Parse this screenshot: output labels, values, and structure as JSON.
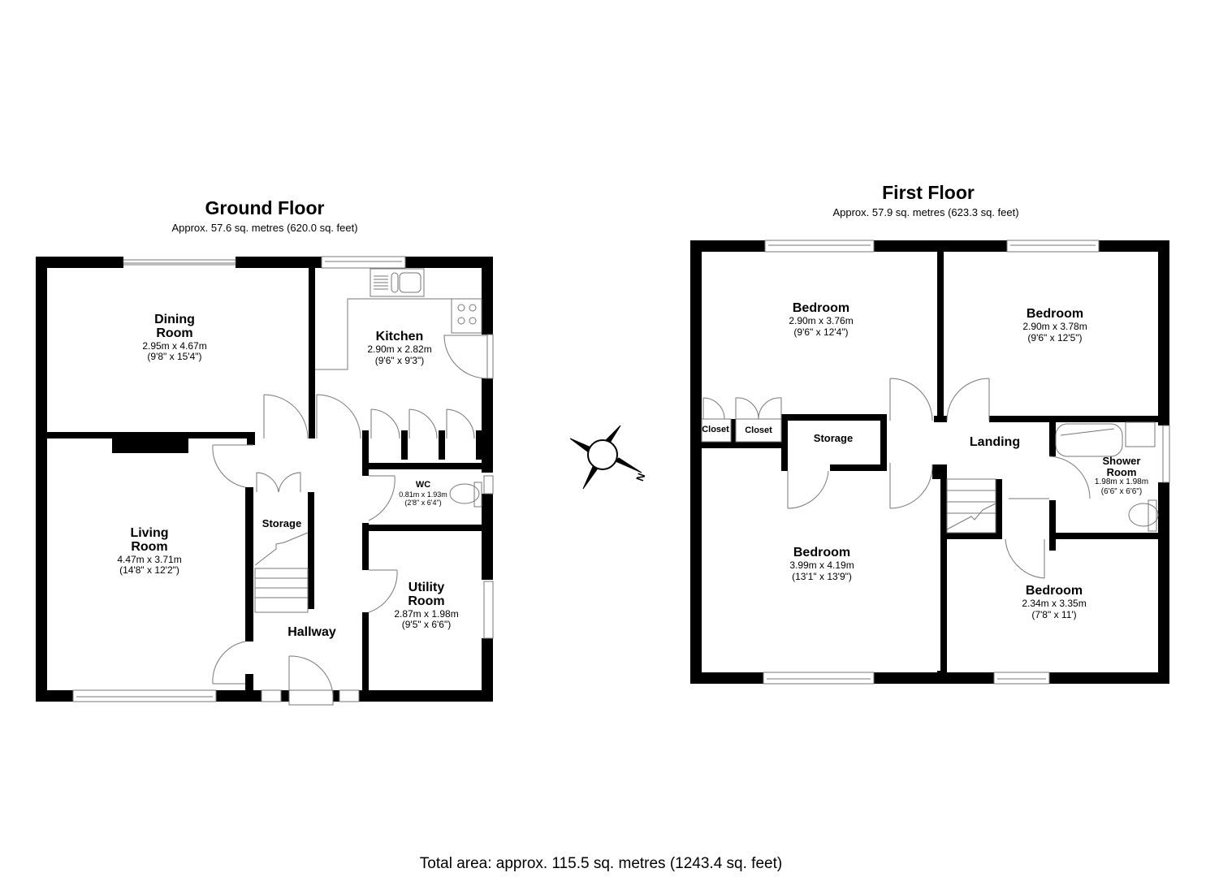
{
  "ground_floor": {
    "title": "Ground Floor",
    "area": "Approx. 57.6 sq. metres (620.0 sq. feet)",
    "rooms": [
      {
        "name": "Dining Room",
        "line1": "Dining",
        "line2": "Room",
        "metric": "2.95m x 4.67m",
        "imperial": "(9'8\" x 15'4\")"
      },
      {
        "name": "Kitchen",
        "line1": "Kitchen",
        "metric": "2.90m x 2.82m",
        "imperial": "(9'6\" x 9'3\")"
      },
      {
        "name": "WC",
        "line1": "WC",
        "metric": "0.81m x 1.93m",
        "imperial": "(2'8\" x 6'4\")"
      },
      {
        "name": "Living Room",
        "line1": "Living",
        "line2": "Room",
        "metric": "4.47m x 3.71m",
        "imperial": "(14'8\" x 12'2\")"
      },
      {
        "name": "Storage",
        "line1": "Storage"
      },
      {
        "name": "Utility Room",
        "line1": "Utility",
        "line2": "Room",
        "metric": "2.87m x 1.98m",
        "imperial": "(9'5\" x 6'6\")"
      },
      {
        "name": "Hallway",
        "line1": "Hallway"
      }
    ]
  },
  "first_floor": {
    "title": "First Floor",
    "area": "Approx. 57.9 sq. metres (623.3 sq. feet)",
    "rooms": [
      {
        "name": "Bedroom",
        "line1": "Bedroom",
        "metric": "2.90m x 3.76m",
        "imperial": "(9'6\" x 12'4\")"
      },
      {
        "name": "Bedroom",
        "line1": "Bedroom",
        "metric": "2.90m x 3.78m",
        "imperial": "(9'6\" x 12'5\")"
      },
      {
        "name": "Closet",
        "line1": "Closet"
      },
      {
        "name": "Closet",
        "line1": "Closet"
      },
      {
        "name": "Storage",
        "line1": "Storage"
      },
      {
        "name": "Landing",
        "line1": "Landing"
      },
      {
        "name": "Shower Room",
        "line1": "Shower",
        "line2": "Room",
        "metric": "1.98m x 1.98m",
        "imperial": "(6'6\" x 6'6\")"
      },
      {
        "name": "Bedroom",
        "line1": "Bedroom",
        "metric": "3.99m x 4.19m",
        "imperial": "(13'1\" x 13'9\")"
      },
      {
        "name": "Bedroom",
        "line1": "Bedroom",
        "metric": "2.34m x 3.35m",
        "imperial": "(7'8\" x 11')"
      }
    ]
  },
  "compass": {
    "icon": "compass-icon",
    "label": "N"
  },
  "total_area": "Total area: approx. 115.5 sq. metres (1243.4 sq. feet)",
  "colors": {
    "wall": "#000000",
    "fixture": "#777777",
    "background": "#ffffff"
  }
}
